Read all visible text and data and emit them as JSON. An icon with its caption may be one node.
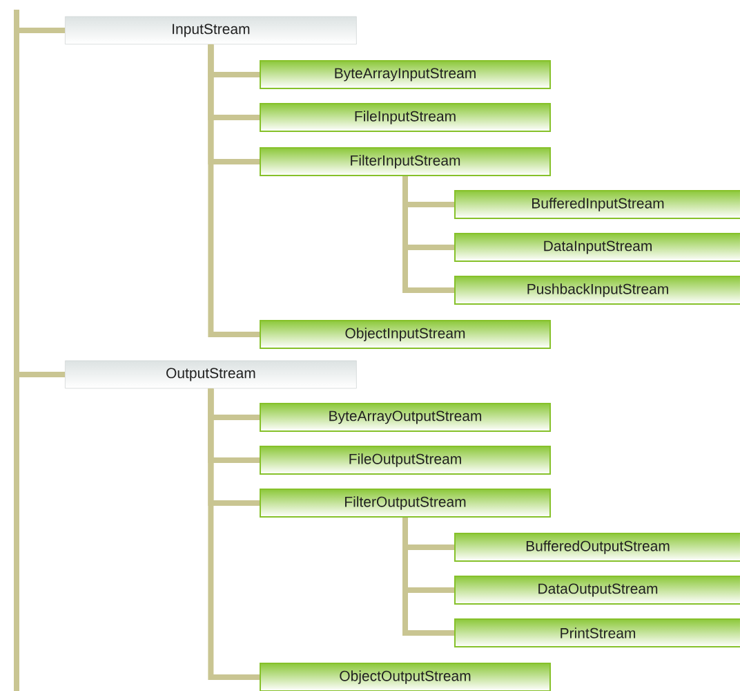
{
  "diagram": {
    "nodes": [
      {
        "text": [
          "InputStream"
        ]
      },
      {
        "text": [
          "ByteArrayInputStream"
        ]
      },
      {
        "text": [
          "FileInputStream"
        ]
      },
      {
        "text": [
          "FilterInputStream"
        ]
      },
      {
        "text": [
          "BufferedInputStream"
        ]
      },
      {
        "text": [
          "DataInputStream"
        ]
      },
      {
        "text": [
          "PushbackInputStream"
        ]
      },
      {
        "text": [
          "ObjectInputStream"
        ]
      },
      {
        "text": [
          "OutputStream"
        ]
      },
      {
        "text": [
          "ByteArrayOutputStream"
        ]
      },
      {
        "text": [
          "FileOutputStream"
        ]
      },
      {
        "text": [
          "FilterOutputStream"
        ]
      },
      {
        "text": [
          "BufferedOutputStream"
        ]
      },
      {
        "text": [
          "DataOutputStream"
        ]
      },
      {
        "text": [
          "PrintStream"
        ]
      },
      {
        "text": [
          "ObjectOutputStream"
        ]
      }
    ],
    "edges": [
      {
        "from": null,
        "to": 0,
        "arrow": "none"
      },
      {
        "from": 0,
        "to": 1,
        "arrow": "none"
      },
      {
        "from": 0,
        "to": 2,
        "arrow": "none"
      },
      {
        "from": 0,
        "to": 3,
        "arrow": "none"
      },
      {
        "from": 3,
        "to": 4,
        "arrow": "none"
      },
      {
        "from": 3,
        "to": 5,
        "arrow": "none"
      },
      {
        "from": 3,
        "to": 6,
        "arrow": "none"
      },
      {
        "from": 0,
        "to": 7,
        "arrow": "none"
      },
      {
        "from": null,
        "to": 8,
        "arrow": "none"
      },
      {
        "from": 8,
        "to": 9,
        "arrow": "none"
      },
      {
        "from": 8,
        "to": 10,
        "arrow": "none"
      },
      {
        "from": 8,
        "to": 11,
        "arrow": "none"
      },
      {
        "from": 11,
        "to": 12,
        "arrow": "none"
      },
      {
        "from": 11,
        "to": 13,
        "arrow": "none"
      },
      {
        "from": 11,
        "to": 14,
        "arrow": "none"
      },
      {
        "from": 8,
        "to": 15,
        "arrow": "none"
      }
    ]
  }
}
